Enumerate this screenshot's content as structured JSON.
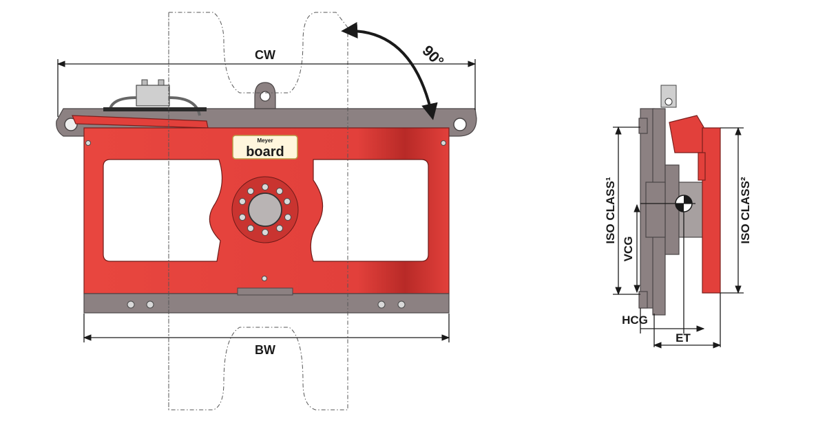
{
  "labels": {
    "cw": "CW",
    "bw": "BW",
    "angle": "90°",
    "iso_class_1": "ISO CLASS¹",
    "iso_class_2": "ISO CLASS²",
    "vcg": "VCG",
    "hcg": "HCG",
    "et": "ET"
  },
  "logo": {
    "brand": "Meyer",
    "product": "board"
  },
  "colors": {
    "frame_red": "#e2403b",
    "frame_gray": "#8c8182",
    "outline": "#1a1a1a"
  }
}
